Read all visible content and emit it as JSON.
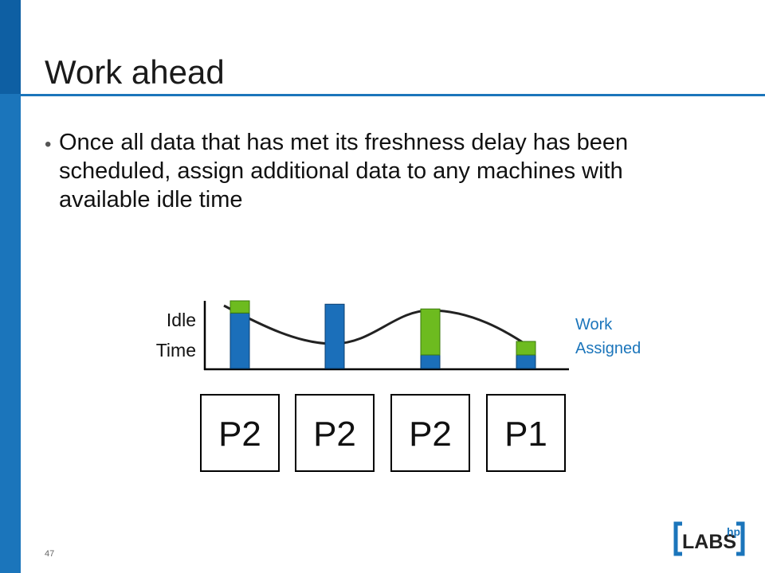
{
  "slide": {
    "title": "Work ahead",
    "bullets": [
      "Once all data that has met its freshness delay has been scheduled, assign additional data to any machines with available idle time"
    ],
    "page_number": "47"
  },
  "diagram": {
    "y_label_line1": "Idle",
    "y_label_line2": "Time",
    "annotation_line1": "Work",
    "annotation_line2": "Assigned",
    "columns": [
      {
        "label": "P2",
        "idle": 0.82,
        "assigned": 0.18
      },
      {
        "label": "P2",
        "idle": 0.95,
        "assigned": 0.0
      },
      {
        "label": "P2",
        "idle": 0.2,
        "assigned": 0.68
      },
      {
        "label": "P1",
        "idle": 0.2,
        "assigned": 0.2
      }
    ],
    "colors": {
      "idle": "#1b6fba",
      "assigned": "#6dbb1f",
      "annotation": "#1b75bb"
    }
  },
  "logo": {
    "text": "LABS",
    "superscript": "hp"
  }
}
